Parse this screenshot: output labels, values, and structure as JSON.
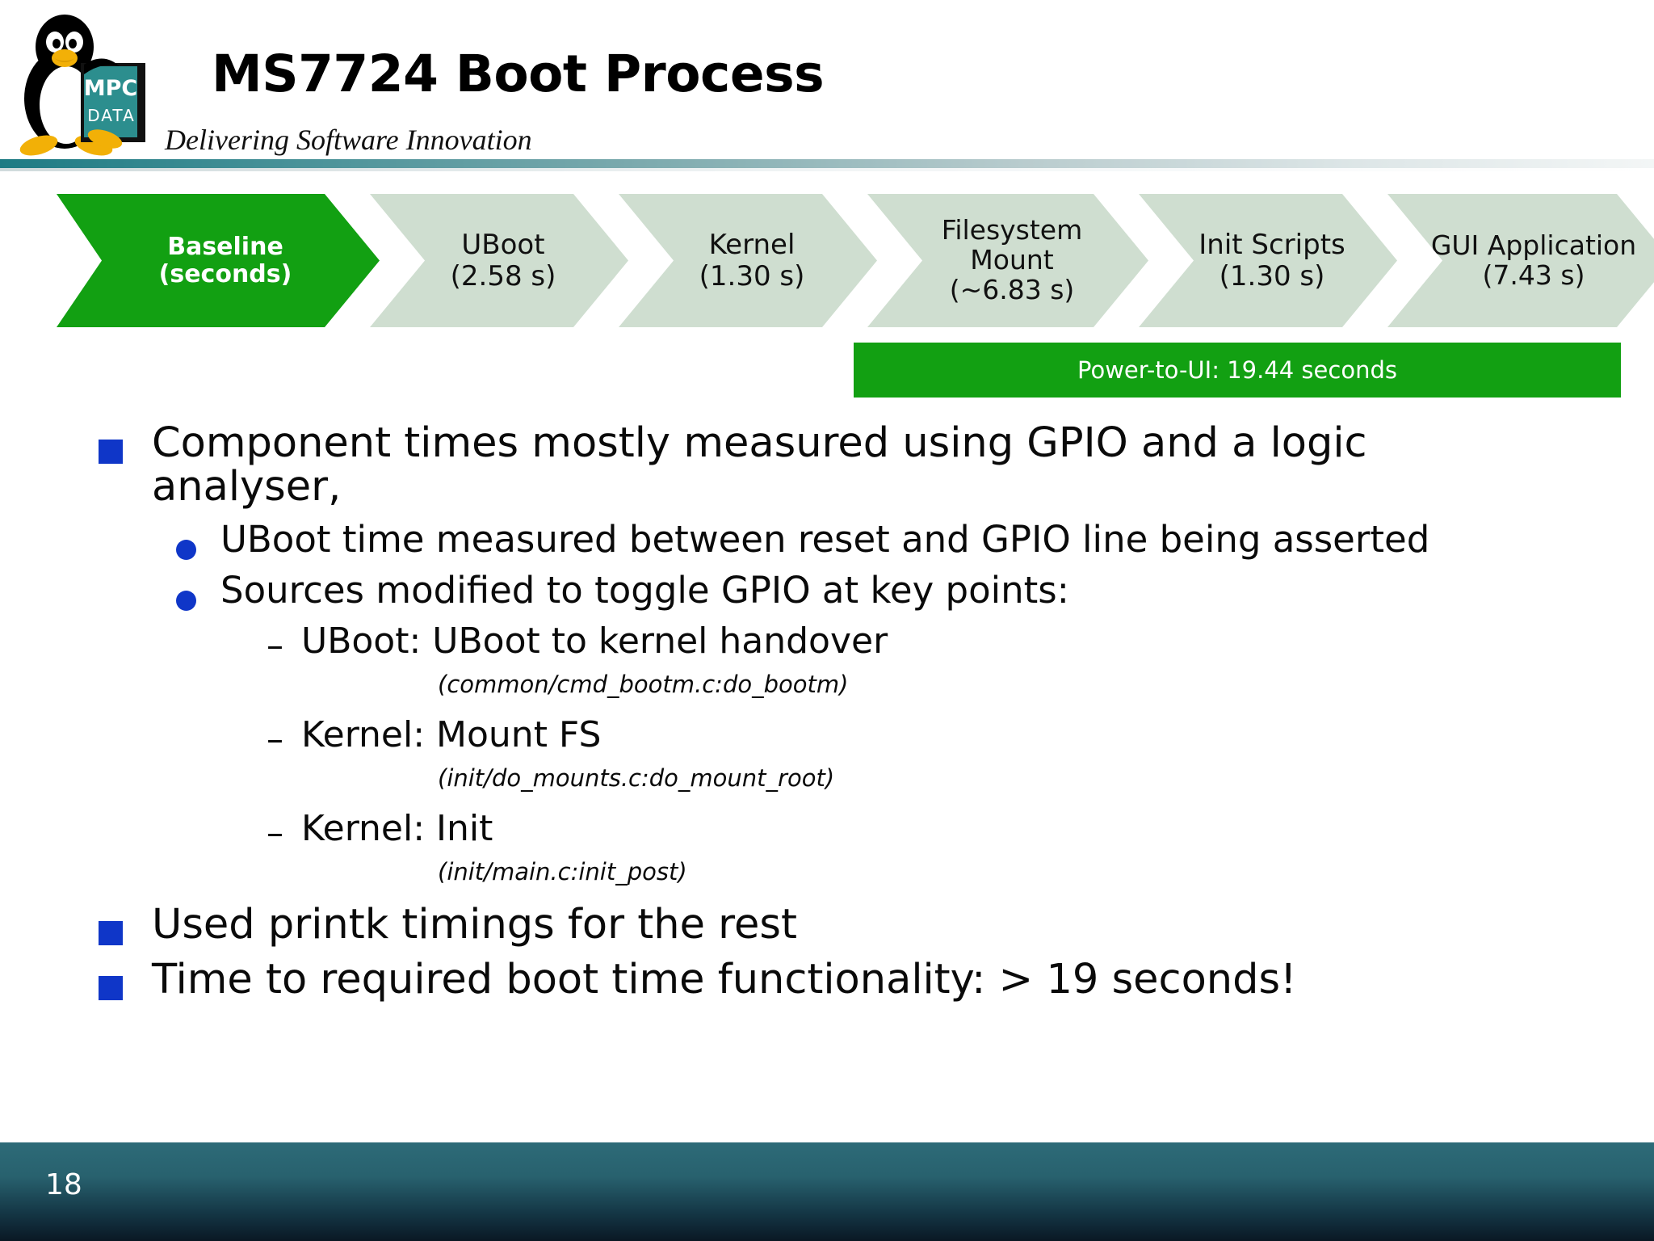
{
  "header": {
    "title": "MS7724 Boot Process",
    "tagline": "Delivering Software Innovation",
    "logo_alt": "MPC DATA"
  },
  "process": {
    "stages": [
      {
        "line1": "Baseline",
        "line2": "(seconds)",
        "highlight": true
      },
      {
        "line1": "UBoot",
        "line2": "(2.58 s)",
        "highlight": false
      },
      {
        "line1": "Kernel",
        "line2": "(1.30 s)",
        "highlight": false
      },
      {
        "line1": "Filesystem Mount",
        "line2": "(~6.83 s)",
        "highlight": false
      },
      {
        "line1": "Init Scripts",
        "line2": "(1.30 s)",
        "highlight": false
      },
      {
        "line1": "GUI Application",
        "line2": "(7.43 s)",
        "highlight": false
      }
    ],
    "summary_bar": "Power-to-UI: 19.44 seconds",
    "accent_green": "#12a012",
    "stage_fill": "#cfded0"
  },
  "body": {
    "b1": "Component times mostly measured using GPIO and a logic analyser,",
    "b1s1": "UBoot time measured between reset and GPIO line being asserted",
    "b1s2": "Sources modified to toggle GPIO at key points:",
    "d1": "UBoot: UBoot to kernel handover",
    "d1code": "(common/cmd_bootm.c:do_bootm)",
    "d2": "Kernel: Mount FS",
    "d2code": "(init/do_mounts.c:do_mount_root)",
    "d3": "Kernel: Init",
    "d3code": "(init/main.c:init_post)",
    "b2": "Used printk timings for the rest",
    "b3": "Time to required boot time functionality: > 19 seconds!",
    "dash": "–",
    "bullet_color": "#0f36c8"
  },
  "footer": {
    "slide_number": "18"
  }
}
